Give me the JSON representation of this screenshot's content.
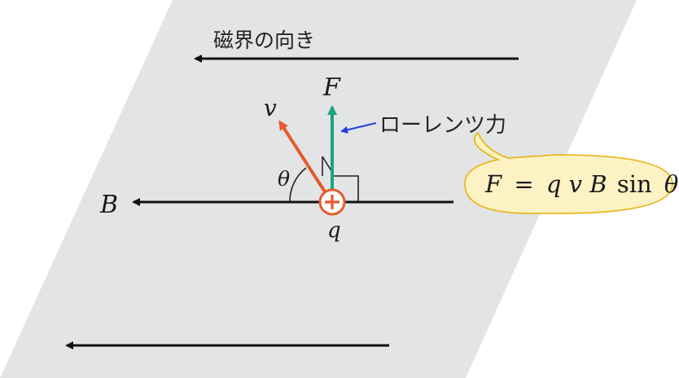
{
  "labels": {
    "field_direction": "磁界の向き",
    "force": "F",
    "velocity": "v",
    "angle": "θ",
    "field": "B",
    "charge": "q",
    "lorentz_force": "ローレンツ力"
  },
  "formula": {
    "lhs": "F",
    "equals": "=",
    "q": "q",
    "v": "v",
    "B": "B",
    "sin": "sin",
    "theta": "θ"
  },
  "colors": {
    "plane": "#e3e4e6",
    "force_arrow": "#1aa37f",
    "velocity_arrow": "#e55a2b",
    "pointer_arrow": "#1f3fe0",
    "charge": "#e55a2b",
    "bubble_fill": "#fdf2c4",
    "bubble_stroke": "#e8b820"
  }
}
